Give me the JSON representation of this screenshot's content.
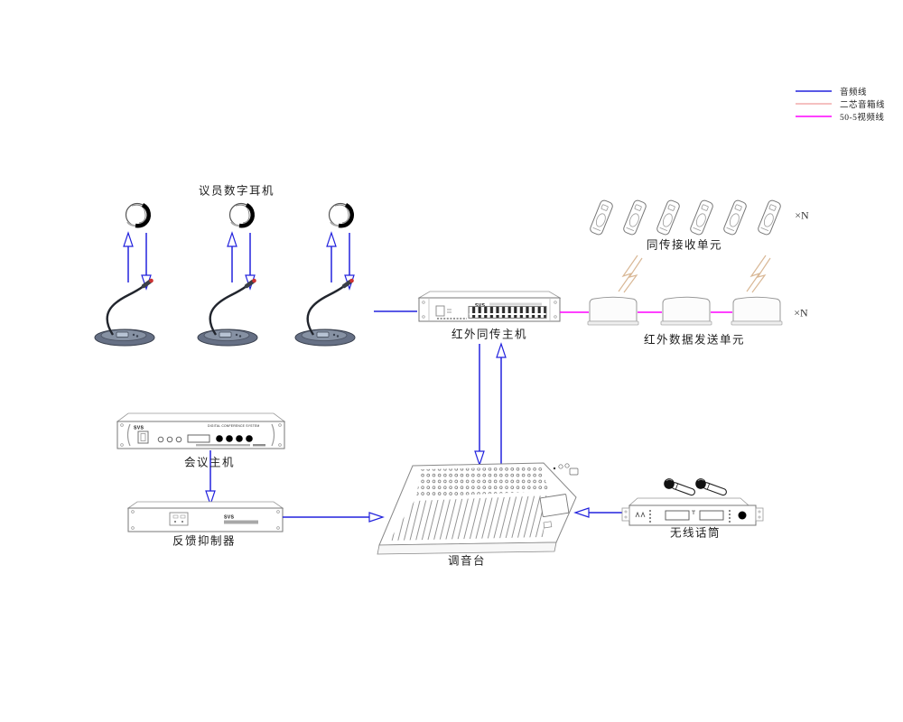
{
  "colors": {
    "audio_line": "#2222dd",
    "speaker_line": "#ef9a9a",
    "video_line": "#ff00ff",
    "wireless_lightning": "#d9b896"
  },
  "legend": {
    "audio": "音频线",
    "speaker": "二芯音箱线",
    "video": "50-5视频线"
  },
  "labels": {
    "delegate_headphones": "议员数字耳机",
    "interpretation_receivers": "同传接收单元",
    "ir_interpretation_host": "红外同传主机",
    "ir_data_transmitters": "红外数据发送单元",
    "conference_host": "会议主机",
    "feedback_suppressor": "反馈抑制器",
    "mixer": "调音台",
    "wireless_mic": "无线话筒",
    "receivers_multiplier": "×N",
    "transmitters_multiplier": "×N"
  },
  "devices": {
    "ir_host": {
      "brand": "SVS"
    },
    "conference_host": {
      "brand": "SVS",
      "panel_text": "DIGITAL CONFERENCE SYSTEM"
    },
    "feedback_suppressor": {
      "brand": "SVS"
    }
  }
}
